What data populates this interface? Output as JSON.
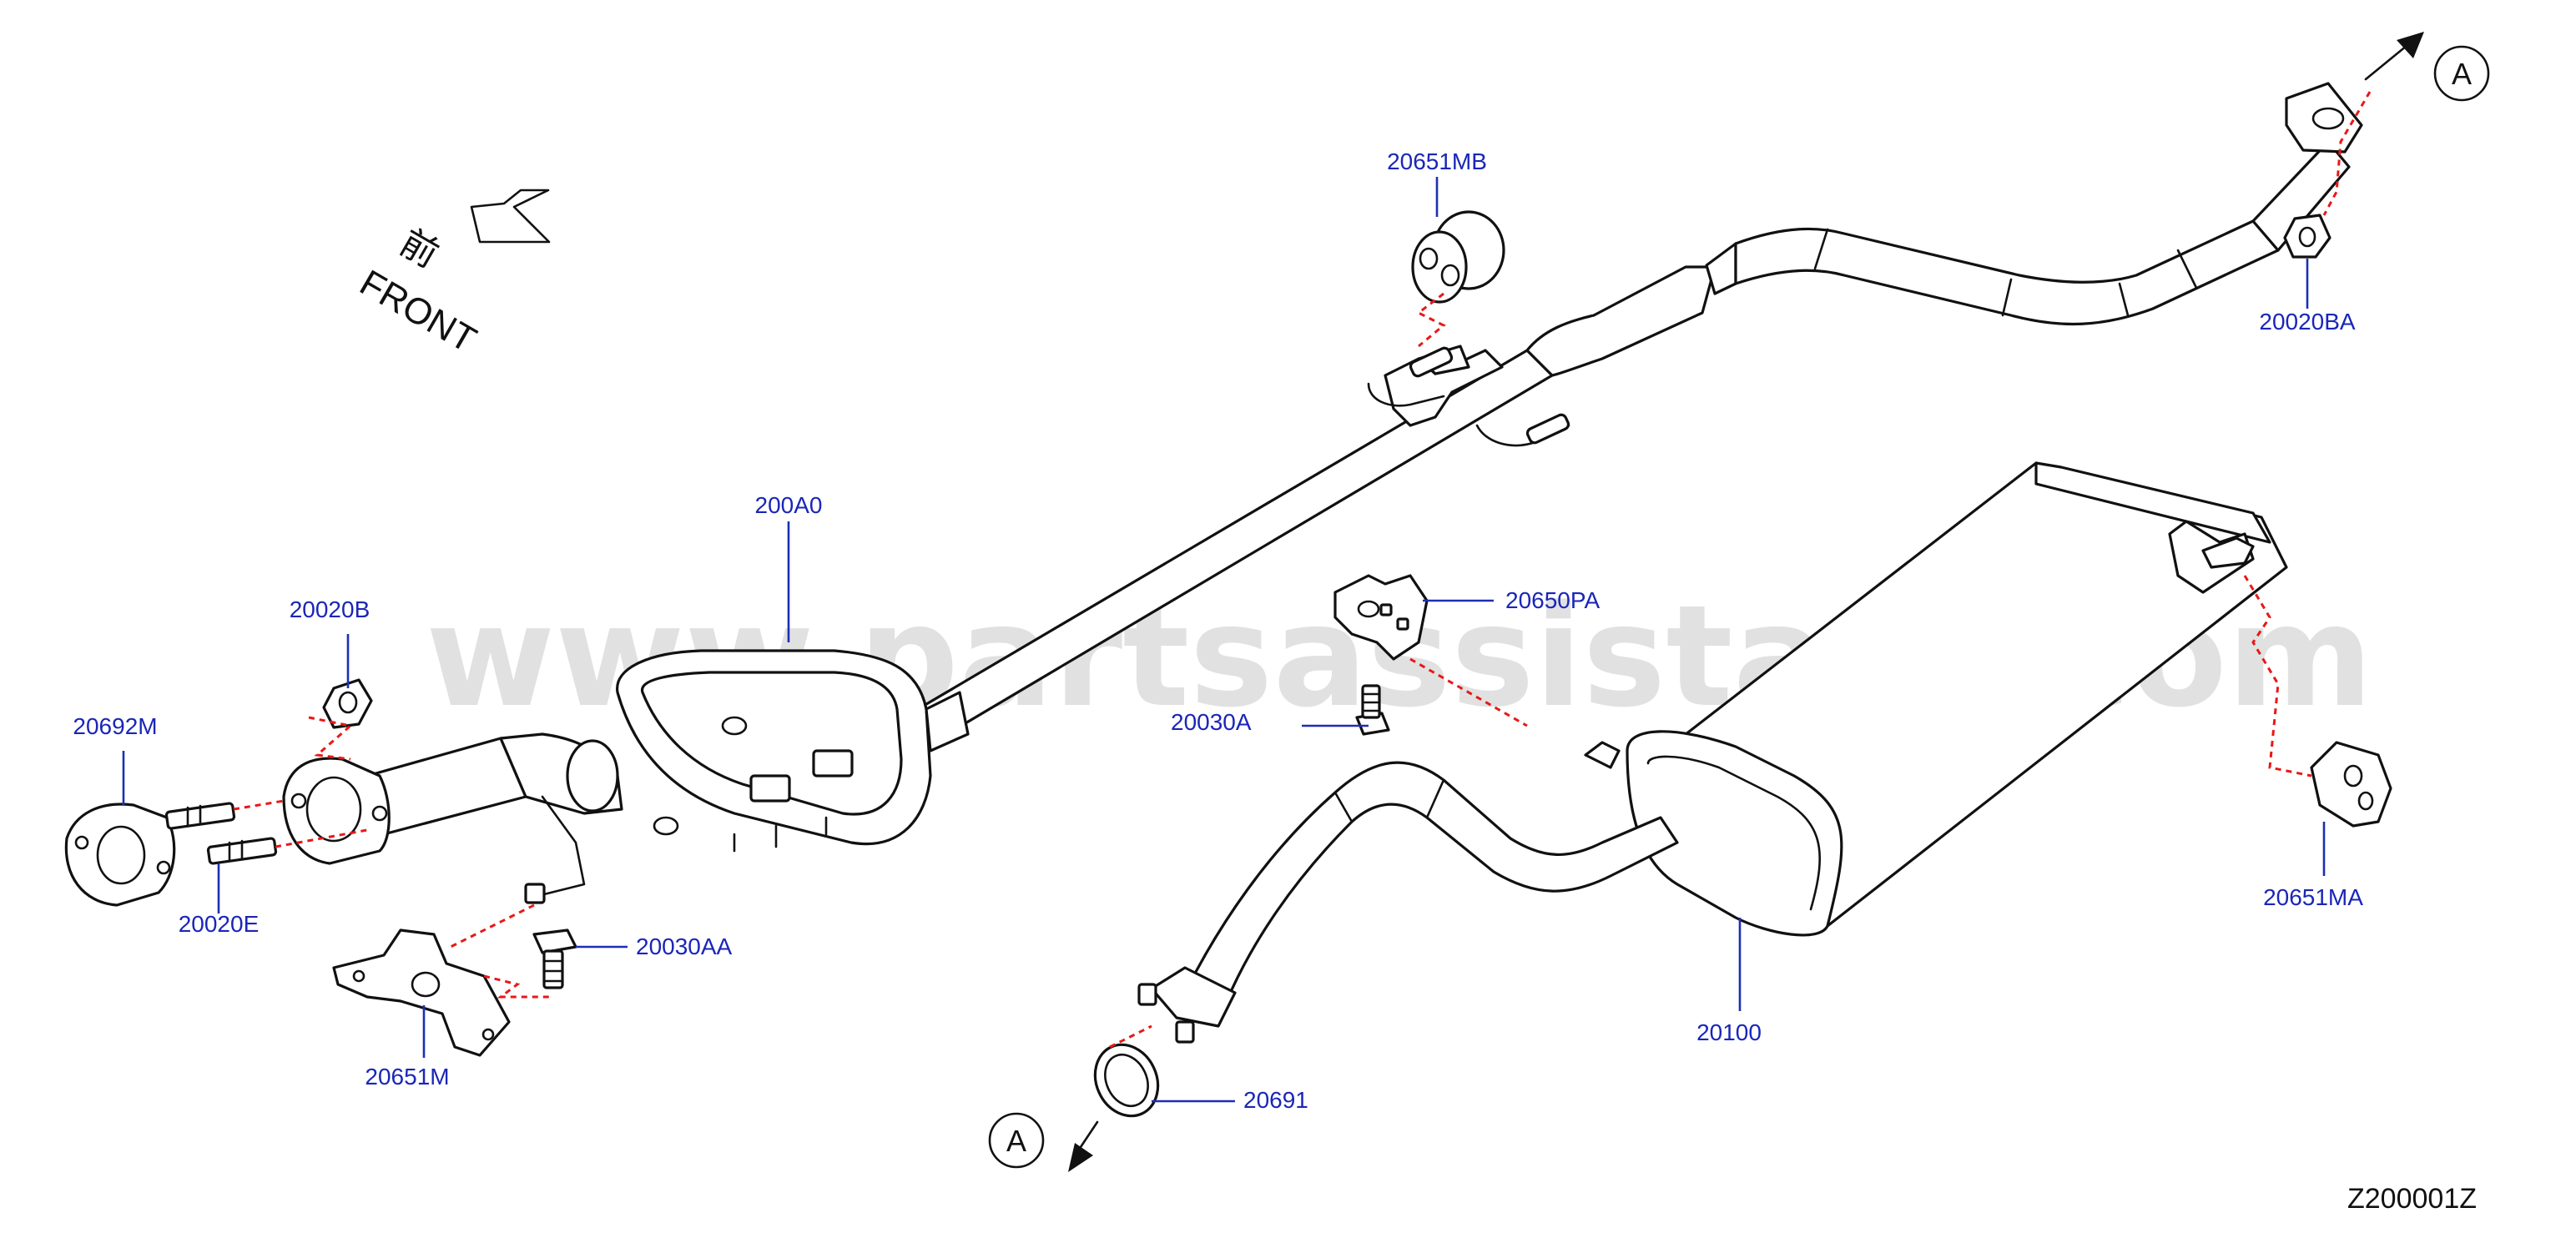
{
  "watermark": "www.partsassistant.com",
  "diagram_code": "Z200001Z",
  "front_indicator": {
    "kanji": "前",
    "text": "FRONT"
  },
  "reference_marker": "A",
  "part_labels": {
    "p200A0": "200A0",
    "p20651MB": "20651MB",
    "p20020BA": "20020BA",
    "p20020B": "20020B",
    "p20692M": "20692M",
    "p20020E": "20020E",
    "p20030AA": "20030AA",
    "p20651M": "20651M",
    "p20650PA": "20650PA",
    "p20030A": "20030A",
    "p20100": "20100",
    "p20691": "20691",
    "p20651MA": "20651MA"
  }
}
